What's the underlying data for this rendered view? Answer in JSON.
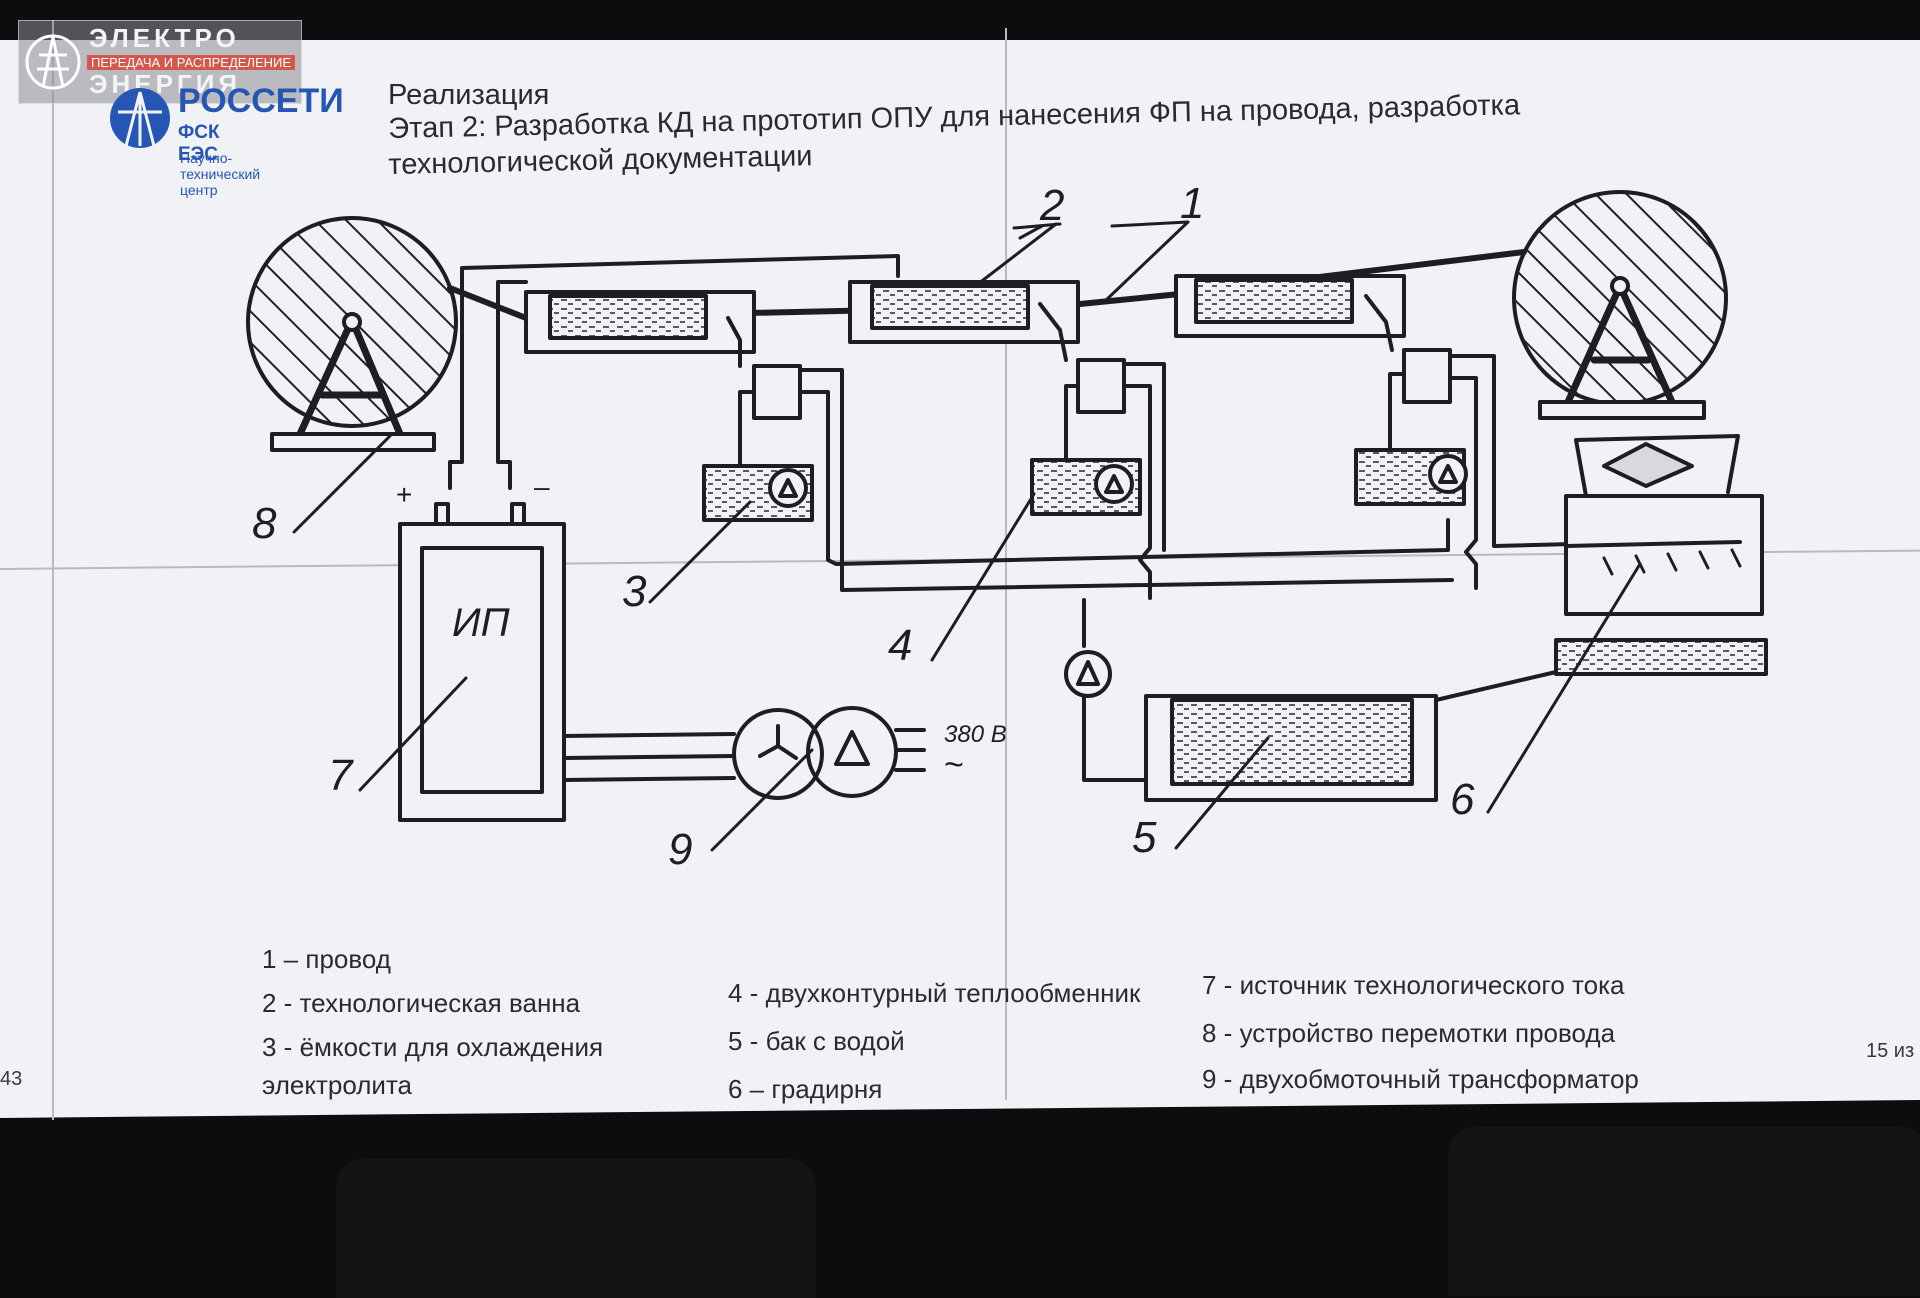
{
  "watermark": {
    "line1": "ЭЛЕКТРО",
    "line2": "ПЕРЕДАЧА И РАСПРЕДЕЛЕНИЕ",
    "line3": "ЭНЕРГИЯ"
  },
  "brand": {
    "name": "РОССЕТИ",
    "subtitle": "ФСК ЕЭС",
    "center": "Научно-технический центр"
  },
  "slide": {
    "title_line1": "Реализация",
    "title_line2": "Этап 2: Разработка КД на прототип ОПУ для нанесения ФП на провода, разработка",
    "title_line3": "технологической документации",
    "page_left": "43",
    "page_right": "15 из"
  },
  "diagram": {
    "labels": [
      "1",
      "2",
      "3",
      "4",
      "5",
      "6",
      "7",
      "8",
      "9"
    ],
    "power_source": "ИП",
    "plus": "+",
    "minus": "–",
    "voltage": "380 В",
    "ac_symbol": "~"
  },
  "legend": {
    "col1": [
      "1 – провод",
      "2 - технологическая ванна",
      "3 - ёмкости для охлаждения",
      "электролита"
    ],
    "col2": [
      "4 - двухконтурный теплообменник",
      "5 - бак с водой",
      "6 – градирня"
    ],
    "col3": [
      "7 - источник технологического тока",
      "8 - устройство перемотки провода",
      "9 - двухобмоточный трансформатор"
    ]
  },
  "colors": {
    "screen_bg": "#f1f2f5",
    "brand_blue": "#2656b3",
    "line": "#1e1e22",
    "room": "#0d0d0f"
  }
}
